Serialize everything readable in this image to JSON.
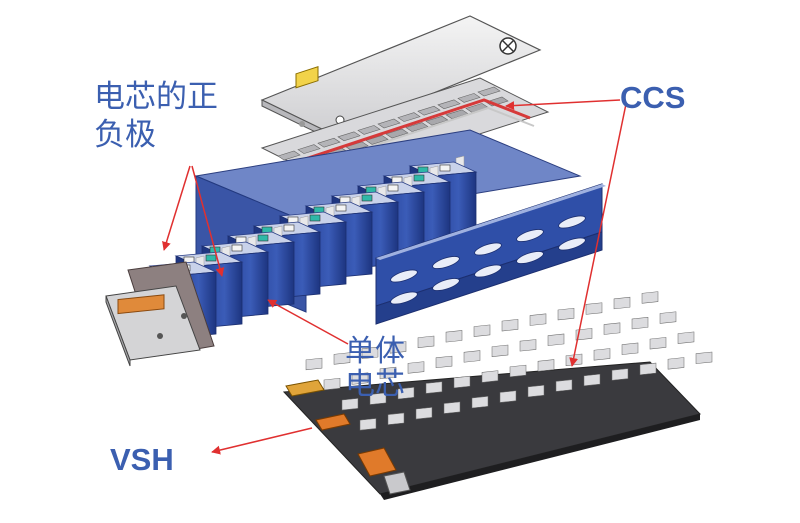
{
  "labels": {
    "poles_line1": "电芯的正",
    "poles_line2": "负极",
    "ccs": "CCS",
    "cell_line1": "单体",
    "cell_line2": "电芯",
    "vsh": "VSH"
  },
  "colors": {
    "label": "#3b5fb0",
    "arrow": "#e03030",
    "cell_blue": "#2f4fa8",
    "terminal_teal": "#2fb8a8",
    "frame_blue": "#3a55a6",
    "harness_dark": "#3a3a3e",
    "flex_orange": "#e07a2a"
  }
}
